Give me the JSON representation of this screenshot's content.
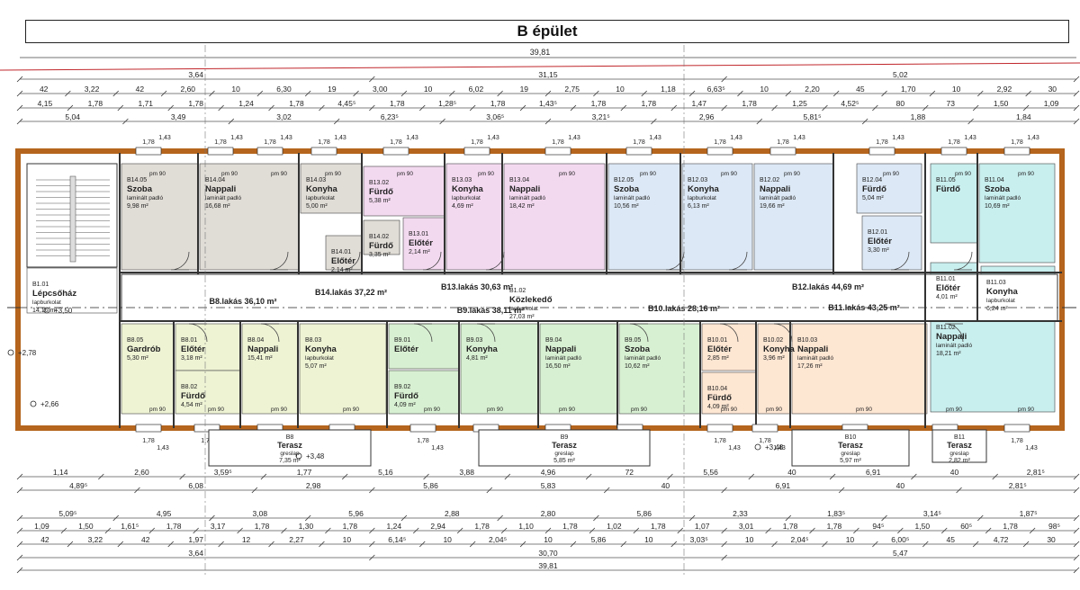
{
  "title": "B épület",
  "overall_dimension": "39,81",
  "top_dims": {
    "row1": [
      "3,64",
      "31,15",
      "5,02"
    ],
    "row2": [
      "42",
      "3,22",
      "42",
      "2,60",
      "10",
      "6,30",
      "19",
      "3,00",
      "10",
      "6,02",
      "19",
      "2,75",
      "10",
      "1,18",
      "6,63⁵",
      "10",
      "2,20",
      "45",
      "1,70",
      "10",
      "2,92",
      "30"
    ],
    "row3": [
      "4,15",
      "1,78",
      "1,71",
      "1,78",
      "1,24",
      "1,78",
      "4,45⁵",
      "1,78",
      "1,28⁵",
      "1,78",
      "1,43⁵",
      "1,78",
      "1,78",
      "1,47",
      "1,78",
      "1,25",
      "4,52⁵",
      "80",
      "73",
      "1,50",
      "1,09"
    ],
    "row4": [
      "5,04",
      "3,49",
      "3,02",
      "6,23⁵",
      "3,06⁵",
      "3,21⁵",
      "2,96",
      "5,81⁵",
      "1,88",
      "1,84"
    ]
  },
  "bottom_dims": {
    "row1": [
      "1,14",
      "2,60",
      "3,59⁵",
      "1,77",
      "5,16",
      "3,88",
      "4,96",
      "72",
      "5,56",
      "40",
      "6,91",
      "40",
      "2,81⁵"
    ],
    "row2": [
      "4,89⁵",
      "6,08",
      "2,98",
      "5,86",
      "5,83",
      "40",
      "6,91",
      "40",
      "2,81⁵"
    ],
    "row3": [
      "5,09⁵",
      "4,95",
      "3,08",
      "5,96",
      "2,88",
      "2,80",
      "5,86",
      "2,33",
      "1,83⁵",
      "3,14⁵",
      "1,87⁵"
    ],
    "row4": [
      "1,09",
      "1,50",
      "1,61⁵",
      "1,78",
      "3,17",
      "1,78",
      "1,30",
      "1,78",
      "1,24",
      "2,94",
      "1,78",
      "1,10",
      "1,78",
      "1,02",
      "1,78",
      "1,07",
      "3,01",
      "1,78",
      "1,78",
      "94⁵",
      "1,50",
      "60⁵",
      "1,78",
      "98⁵"
    ],
    "row5": [
      "42",
      "3,22",
      "42",
      "1,97",
      "12",
      "2,27",
      "10",
      "6,14⁵",
      "10",
      "2,04⁵",
      "10",
      "5,86",
      "10",
      "3,03⁵",
      "10",
      "2,04⁵",
      "10",
      "6,00⁵",
      "45",
      "4,72",
      "30"
    ],
    "row6": [
      "3,64",
      "30,70",
      "5,47"
    ],
    "row7": [
      "39,81"
    ]
  },
  "apartments": [
    {
      "label": "B14.lakás 37,22 m²"
    },
    {
      "label": "B13.lakás 30,63 m²"
    },
    {
      "label": "B12.lakás 44,69 m²"
    },
    {
      "label": "B8.lakás 36,10 m²"
    },
    {
      "label": "B9.lakás 38,11 m²"
    },
    {
      "label": "B10.lakás 28,16 m²"
    },
    {
      "label": "B11.lakás 43,25 m²"
    }
  ],
  "rooms": [
    {
      "code": "B14.05",
      "name": "Szoba",
      "floor": "laminált padló",
      "area": "9,98 m²",
      "color": "#e0dcd6"
    },
    {
      "code": "B14.04",
      "name": "Nappali",
      "floor": "laminált padló",
      "area": "16,68 m²",
      "color": "#e0dcd6"
    },
    {
      "code": "B14.03",
      "name": "Konyha",
      "floor": "lapburkolat",
      "area": "5,00 m²",
      "color": "#e0dcd6"
    },
    {
      "code": "B14.01",
      "name": "Előtér",
      "floor": "",
      "area": "2,14 m²",
      "color": "#e0dcd6"
    },
    {
      "code": "B14.02",
      "name": "Fürdő",
      "floor": "",
      "area": "3,35 m²",
      "color": "#e0dcd6"
    },
    {
      "code": "B13.02",
      "name": "Fürdő",
      "floor": "",
      "area": "5,38 m²",
      "color": "#f3d9f0"
    },
    {
      "code": "B13.01",
      "name": "Előtér",
      "floor": "",
      "area": "2,14 m²",
      "color": "#f3d9f0"
    },
    {
      "code": "B13.03",
      "name": "Konyha",
      "floor": "lapburkolat",
      "area": "4,69 m²",
      "color": "#f3d9f0"
    },
    {
      "code": "B13.04",
      "name": "Nappali",
      "floor": "laminált padló",
      "area": "18,42 m²",
      "color": "#f3d9f0"
    },
    {
      "code": "B12.05",
      "name": "Szoba",
      "floor": "laminált padló",
      "area": "10,56 m²",
      "color": "#dce8f5"
    },
    {
      "code": "B12.03",
      "name": "Konyha",
      "floor": "lapburkolat",
      "area": "6,13 m²",
      "color": "#dce8f5"
    },
    {
      "code": "B12.02",
      "name": "Nappali",
      "floor": "laminált padló",
      "area": "19,66 m²",
      "color": "#dce8f5"
    },
    {
      "code": "B12.04",
      "name": "Fürdő",
      "floor": "",
      "area": "5,04 m²",
      "color": "#dce8f5"
    },
    {
      "code": "B12.01",
      "name": "Előtér",
      "floor": "",
      "area": "3,30 m²",
      "color": "#dce8f5"
    },
    {
      "code": "B11.05",
      "name": "Fürdő",
      "floor": "",
      "area": "",
      "color": "#c9eeee"
    },
    {
      "code": "B11.04",
      "name": "Szoba",
      "floor": "laminált padló",
      "area": "10,69 m²",
      "color": "#c9eeee"
    },
    {
      "code": "B11.01",
      "name": "Előtér",
      "floor": "",
      "area": "4,01 m²",
      "color": "#c9eeee"
    },
    {
      "code": "B11.03",
      "name": "Konyha",
      "floor": "lapburkolat",
      "area": "6,24 m²",
      "color": "#c9eeee"
    },
    {
      "code": "B11.02",
      "name": "Nappali",
      "floor": "laminált padló",
      "area": "18,21 m²",
      "color": "#c9eeee"
    },
    {
      "code": "B1.01",
      "name": "Lépcsőház",
      "floor": "lapburkolat",
      "area": "14,16 m²",
      "color": "#ffffff"
    },
    {
      "code": "B1.02",
      "name": "Közlekedő",
      "floor": "lapburkolat",
      "area": "27,03 m²",
      "color": "#ffffff"
    },
    {
      "code": "B8.05",
      "name": "Gardrób",
      "floor": "",
      "area": "5,30 m²",
      "color": "#eef3d4"
    },
    {
      "code": "B8.01",
      "name": "Előtér",
      "floor": "",
      "area": "3,18 m²",
      "color": "#eef3d4"
    },
    {
      "code": "B8.02",
      "name": "Fürdő",
      "floor": "",
      "area": "4,54 m²",
      "color": "#eef3d4"
    },
    {
      "code": "B8.04",
      "name": "Nappali",
      "floor": "",
      "area": "15,41 m²",
      "color": "#eef3d4"
    },
    {
      "code": "B8.03",
      "name": "Konyha",
      "floor": "lapburkolat",
      "area": "5,07 m²",
      "color": "#eef3d4"
    },
    {
      "code": "B9.01",
      "name": "Előtér",
      "floor": "",
      "area": "",
      "color": "#d8f0d2"
    },
    {
      "code": "B9.02",
      "name": "Fürdő",
      "floor": "",
      "area": "4,09 m²",
      "color": "#d8f0d2"
    },
    {
      "code": "B9.03",
      "name": "Konyha",
      "floor": "",
      "area": "4,81 m²",
      "color": "#d8f0d2"
    },
    {
      "code": "B9.04",
      "name": "Nappali",
      "floor": "laminált padló",
      "area": "16,50 m²",
      "color": "#d8f0d2"
    },
    {
      "code": "B9.05",
      "name": "Szoba",
      "floor": "laminált padló",
      "area": "10,62 m²",
      "color": "#d8f0d2"
    },
    {
      "code": "B10.01",
      "name": "Előtér",
      "floor": "",
      "area": "2,85 m²",
      "color": "#fde6d2"
    },
    {
      "code": "B10.04",
      "name": "Fürdő",
      "floor": "",
      "area": "4,09 m²",
      "color": "#fde6d2"
    },
    {
      "code": "B10.02",
      "name": "Konyha",
      "floor": "",
      "area": "3,96 m²",
      "color": "#fde6d2"
    },
    {
      "code": "B10.03",
      "name": "Nappali",
      "floor": "laminált padló",
      "area": "17,26 m²",
      "color": "#fde6d2"
    }
  ],
  "terraces": [
    {
      "code": "B8",
      "name": "Terasz",
      "floor": "greslap",
      "area": "7,35 m²"
    },
    {
      "code": "B9",
      "name": "Terasz",
      "floor": "greslap",
      "area": "5,85 m²"
    },
    {
      "code": "B10",
      "name": "Terasz",
      "floor": "greslap",
      "area": "5,97 m²"
    },
    {
      "code": "B11",
      "name": "Terasz",
      "floor": "greslap",
      "area": "2,82 m²"
    }
  ],
  "levels": [
    "+3,50",
    "+3,48",
    "+3,48",
    "+2,66",
    "+2,78"
  ],
  "window_labels": {
    "width": "1,78",
    "height": "1,43",
    "parapet": "pm 90"
  }
}
